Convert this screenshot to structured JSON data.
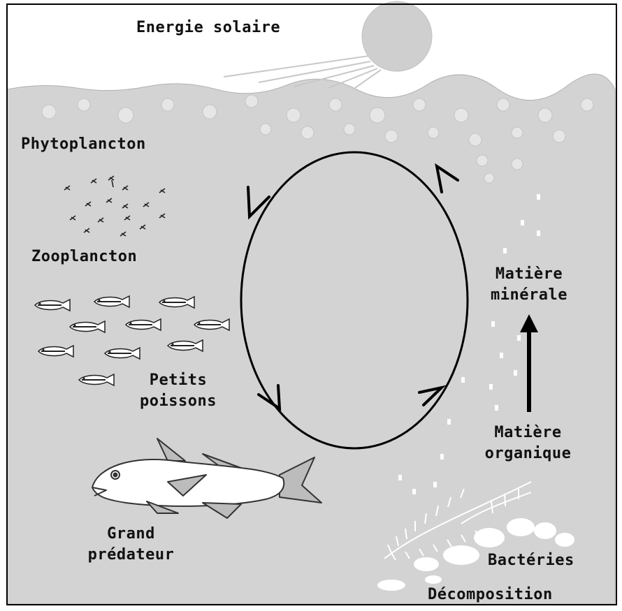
{
  "labels": {
    "energy": "Energie solaire",
    "phyto": "Phytoplancton",
    "zoo": "Zooplancton",
    "small_fish_line1": "Petits",
    "small_fish_line2": "poissons",
    "predator_line1": "Grand",
    "predator_line2": "prédateur",
    "mineral_line1": "Matière",
    "mineral_line2": "minérale",
    "organic_line1": "Matière",
    "organic_line2": "organique",
    "bacteria": "Bactéries",
    "decomposition": "Décomposition"
  },
  "colors": {
    "sky": "#ffffff",
    "water": "#d3d3d3",
    "sun": "#cfcfcf",
    "cycle_line": "#000000",
    "text": "#111111",
    "predator_fill": "#ffffff"
  },
  "icons": {
    "sun": "sun-icon",
    "plankton": "zooplankton-icon",
    "small_fish": "small-fish-icon",
    "predator": "predator-fish-icon",
    "bacteria": "bacteria-blobs-icon",
    "seaweed": "seaweed-icon"
  }
}
